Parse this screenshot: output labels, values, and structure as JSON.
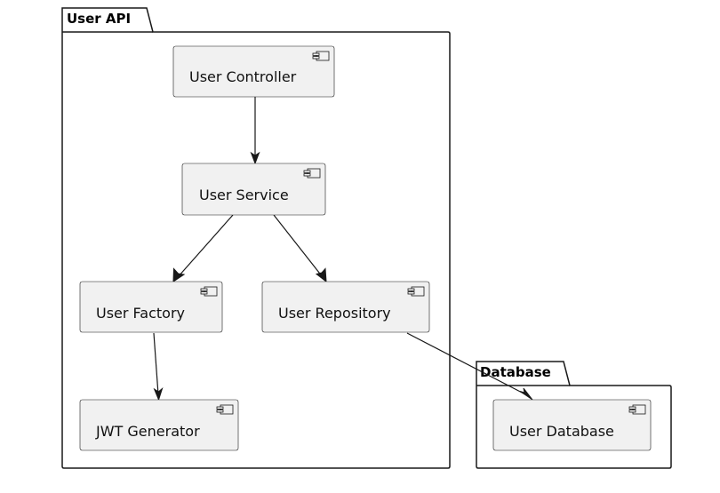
{
  "packages": [
    {
      "id": "user-api",
      "label": "User API"
    },
    {
      "id": "database",
      "label": "Database"
    }
  ],
  "components": [
    {
      "id": "user-controller",
      "label": "User Controller"
    },
    {
      "id": "user-service",
      "label": "User Service"
    },
    {
      "id": "user-factory",
      "label": "User Factory"
    },
    {
      "id": "user-repository",
      "label": "User Repository"
    },
    {
      "id": "jwt-generator",
      "label": "JWT Generator"
    },
    {
      "id": "user-database",
      "label": "User Database"
    }
  ],
  "edges": [
    {
      "from": "user-controller",
      "to": "user-service"
    },
    {
      "from": "user-service",
      "to": "user-factory"
    },
    {
      "from": "user-service",
      "to": "user-repository"
    },
    {
      "from": "user-factory",
      "to": "jwt-generator"
    },
    {
      "from": "user-repository",
      "to": "user-database"
    }
  ]
}
